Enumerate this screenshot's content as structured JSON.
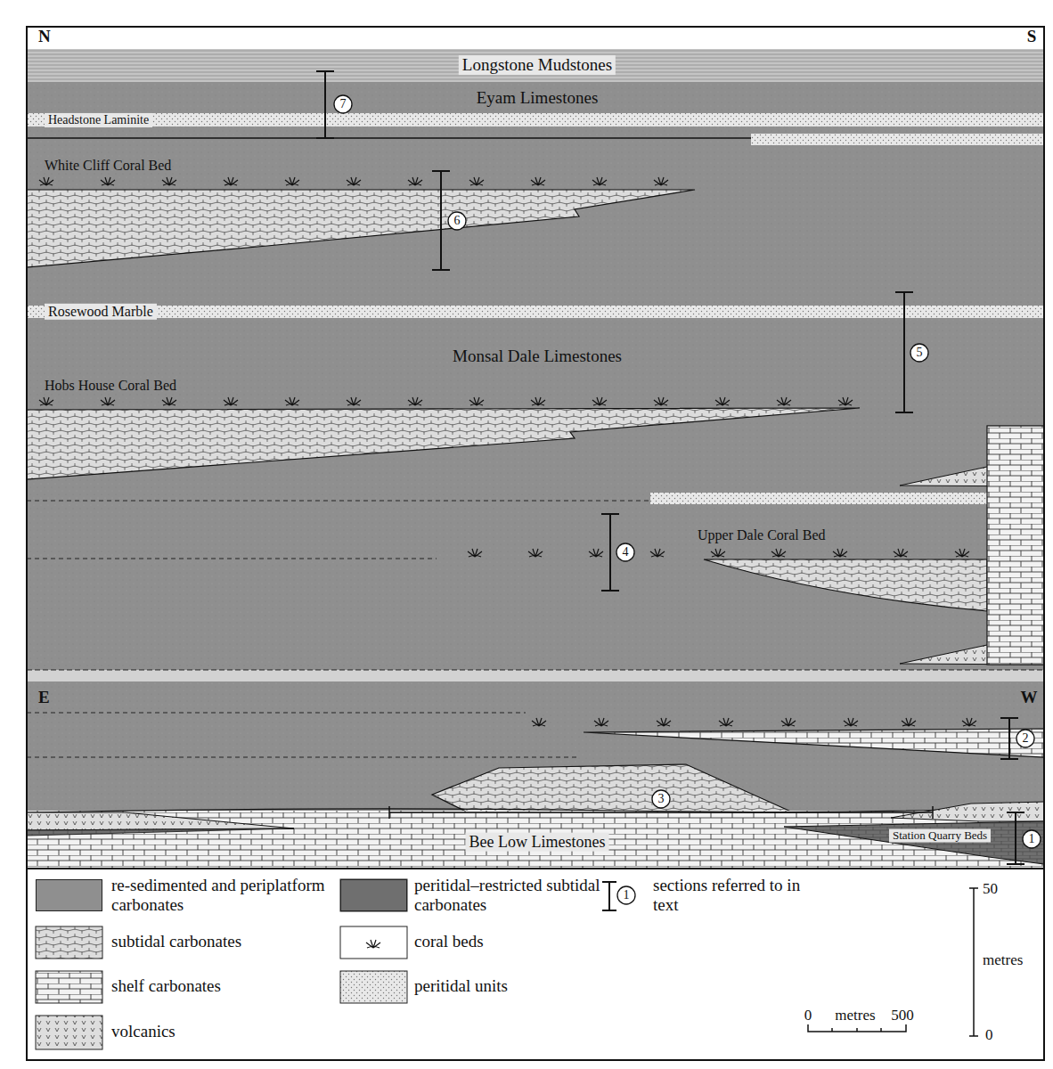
{
  "diagram": {
    "labels": [
      "N",
      "S",
      "Longstone Mudstones",
      "Eyam Limestones",
      "Headstone Laminite",
      "7",
      "White Cliff Coral Bed",
      "6",
      "Rosewood Marble",
      "Monsal Dale Limestones",
      "5",
      "Hobs House Coral Bed",
      "4",
      "Upper Dale Coral Bed",
      "E",
      "W",
      "2",
      "3",
      "Bee Low Limestones",
      "Station Quarry Beds",
      "1",
      "1",
      "50",
      "metres",
      "0",
      "0",
      "metres",
      "500"
    ],
    "legend": [
      {
        "text": "re-sedimented and periplatform carbonates",
        "color": "#8f8f8f"
      },
      {
        "text": "subtidal carbonates"
      },
      {
        "text": "shelf carbonates"
      },
      {
        "text": "volcanics"
      },
      {
        "text": "peritidal–restricted subtidal carbonates",
        "color": "#6f6f6f"
      },
      {
        "text": "coral beds"
      },
      {
        "text": "peritidal units"
      },
      {
        "text": "sections referred to in text"
      }
    ]
  }
}
